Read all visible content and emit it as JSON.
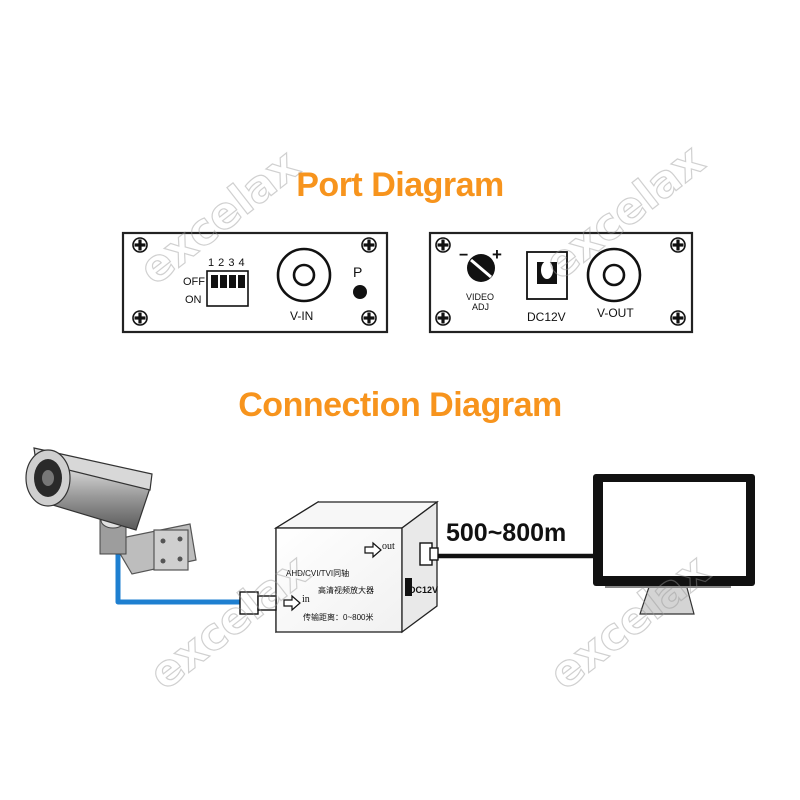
{
  "titles": {
    "port": "Port Diagram",
    "connection": "Connection Diagram"
  },
  "input_panel": {
    "dip_numbers": "1 2 3 4",
    "off_label": "OFF",
    "on_label": "ON",
    "port_label": "V-IN",
    "p_label": "P"
  },
  "output_panel": {
    "minus": "−",
    "plus": "+",
    "adj_line1": "VIDEO",
    "adj_line2": "ADJ",
    "power_label": "DC12V",
    "port_label": "V-OUT"
  },
  "device": {
    "out_label": "out",
    "in_label": "in",
    "model_text": "AHD/CVI/TVI同轴",
    "name_text": "高清视频放大器",
    "distance_text": "传输距离：0~800米",
    "power_label": "DC12V"
  },
  "distance": "500~800m",
  "watermark": "excelax",
  "colors": {
    "title": "#F7941D",
    "cable_camera": "#1E7FD0",
    "cable_monitor": "#111111",
    "panel_stroke": "#222222"
  }
}
